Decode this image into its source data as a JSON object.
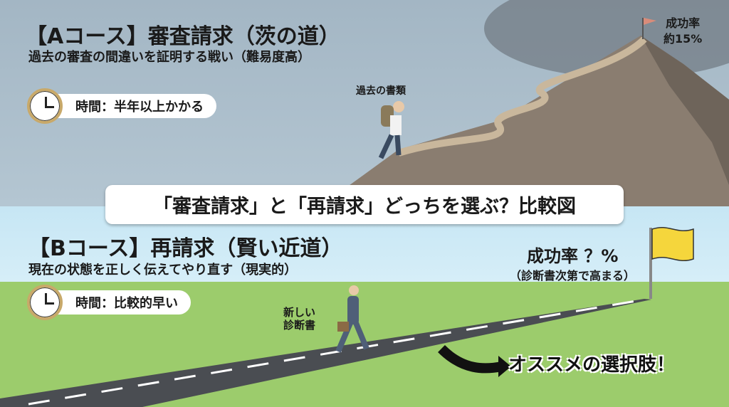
{
  "course_a": {
    "title": "【Aコース】審査請求（茨の道）",
    "subtitle": "過去の審査の間違いを証明する戦い（難易度高）",
    "time": "時間：半年以上かかる",
    "label_documents": "過去の書類",
    "success_rate_label": "成功率",
    "success_rate_value": "約15%"
  },
  "banner": "「審査請求」と「再請求」どっちを選ぶ？比較図",
  "course_b": {
    "title": "【Bコース】再請求（賢い近道）",
    "subtitle": "現在の状態を正しく伝えてやり直す（現実的）",
    "time": "時間：比較的早い",
    "label_new_line1": "新しい",
    "label_new_line2": "診断書",
    "success_rate": "成功率 ？%",
    "success_note": "（診断書次第で高まる）",
    "recommend": "オススメの選択肢！"
  },
  "colors": {
    "sky_top": "#a9bfcf",
    "sky_bottom": "#c8e8f5",
    "grass": "#9ccc6c",
    "road": "#4a4d52",
    "flag_b": "#f5d63c",
    "flag_a": "#d98c7a",
    "mountain": "#8a7d70"
  }
}
